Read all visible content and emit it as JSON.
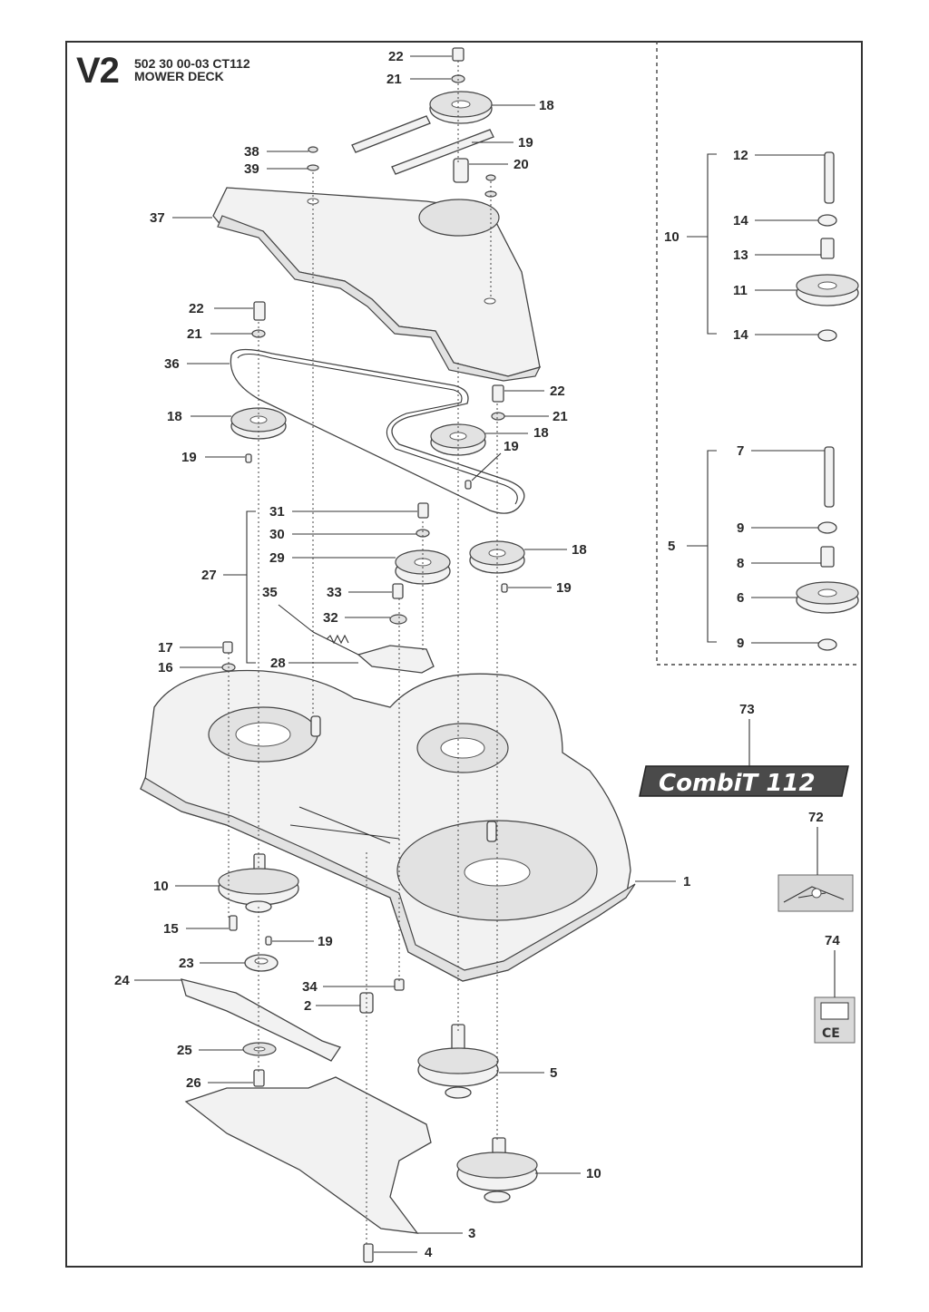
{
  "header": {
    "page_code": "V2",
    "part_number_line": "502 30 00-03  CT112",
    "title": "MOWER DECK"
  },
  "badge": {
    "text": "CombiT 112"
  },
  "callouts": {
    "c1": "1",
    "c2": "2",
    "c3": "3",
    "c4": "4",
    "c5": "5",
    "c5b": "5",
    "c6": "6",
    "c7": "7",
    "c8": "8",
    "c9a": "9",
    "c9b": "9",
    "c10": "10",
    "c10b": "10",
    "c10c": "10",
    "c11": "11",
    "c12": "12",
    "c13": "13",
    "c14a": "14",
    "c14b": "14",
    "c15": "15",
    "c16": "16",
    "c17": "17",
    "c18a": "18",
    "c18b": "18",
    "c18c": "18",
    "c18d": "18",
    "c19a": "19",
    "c19b": "19",
    "c19c": "19",
    "c19d": "19",
    "c19e": "19",
    "c20": "20",
    "c21a": "21",
    "c21b": "21",
    "c21c": "21",
    "c22a": "22",
    "c22b": "22",
    "c22c": "22",
    "c23": "23",
    "c24": "24",
    "c25": "25",
    "c26": "26",
    "c27": "27",
    "c28": "28",
    "c29": "29",
    "c30": "30",
    "c31": "31",
    "c32": "32",
    "c33": "33",
    "c34": "34",
    "c35": "35",
    "c36": "36",
    "c37": "37",
    "c38": "38",
    "c39": "39",
    "c72": "72",
    "c73": "73",
    "c74": "74"
  },
  "colors": {
    "line": "#333333",
    "badge_bg": "#4a4a4a",
    "part_fill": "#f2f2f2"
  }
}
